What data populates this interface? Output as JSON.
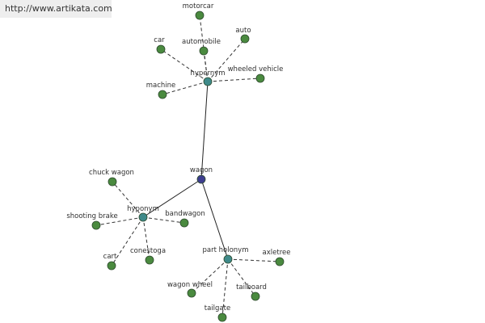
{
  "source_url": "http://www.artikata.com",
  "colors": {
    "root": "#3d3d8f",
    "category": "#3f8a8a",
    "leaf": "#4a8a3f"
  },
  "graph": {
    "root": {
      "id": "wagon",
      "label": "wagon"
    },
    "categories": [
      {
        "id": "hypernym",
        "label": "hypernym",
        "terms": [
          "motorcar",
          "car",
          "automobile",
          "auto",
          "wheeled vehicle",
          "machine"
        ]
      },
      {
        "id": "hyponym",
        "label": "hyponym",
        "terms": [
          "chuck wagon",
          "shooting brake",
          "bandwagon",
          "cart",
          "conestoga"
        ]
      },
      {
        "id": "part_holonym",
        "label": "part holonym",
        "terms": [
          "axletree",
          "wagon wheel",
          "tailboard",
          "tailgate"
        ]
      }
    ]
  }
}
